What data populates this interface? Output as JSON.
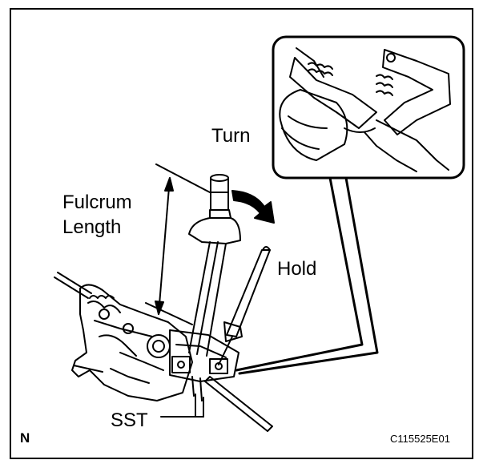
{
  "labels": {
    "turn": "Turn",
    "fulcrum_line1": "Fulcrum",
    "fulcrum_line2": "Length",
    "hold": "Hold",
    "sst": "SST",
    "orientation": "N",
    "figure_code": "C115525E01"
  },
  "colors": {
    "line": "#000000",
    "background": "#ffffff"
  },
  "icons": {
    "turn_arrow": "curved-arrow-icon"
  }
}
